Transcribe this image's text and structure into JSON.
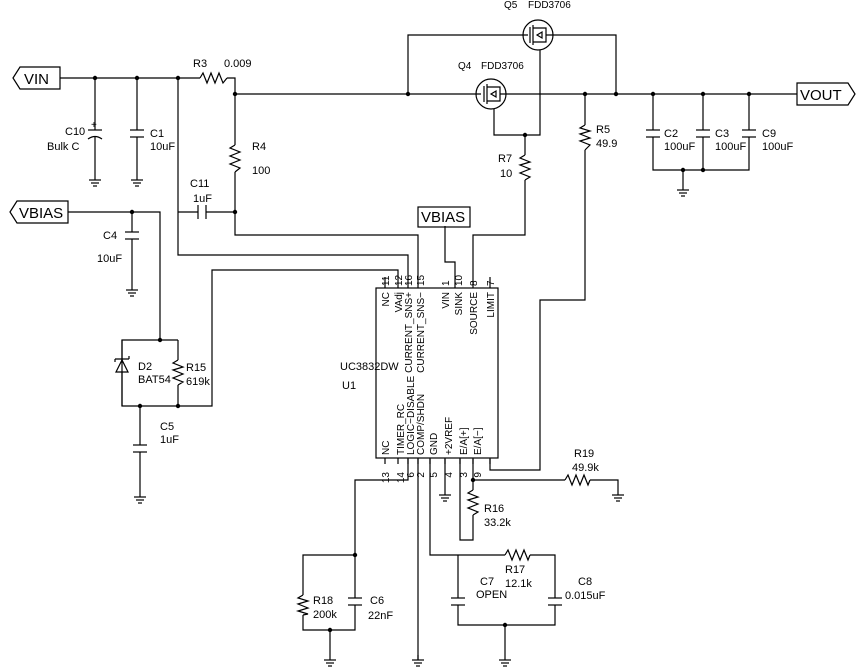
{
  "nets": {
    "vin": "VIN",
    "vbias": "VBIAS",
    "vbias_box": "VBIAS",
    "vout": "VOUT"
  },
  "parts": {
    "q5": {
      "ref": "Q5",
      "value": "FDD3706"
    },
    "q4": {
      "ref": "Q4",
      "value": "FDD3706"
    },
    "r3": {
      "ref": "R3",
      "value": "0.009"
    },
    "r4": {
      "ref": "R4",
      "value": "100"
    },
    "r5": {
      "ref": "R5",
      "value": "49.9"
    },
    "r7": {
      "ref": "R7",
      "value": "10"
    },
    "r15": {
      "ref": "R15",
      "value": "619k"
    },
    "r16": {
      "ref": "R16",
      "value": "33.2k"
    },
    "r17": {
      "ref": "R17",
      "value": "12.1k"
    },
    "r18": {
      "ref": "R18",
      "value": "200k"
    },
    "r19": {
      "ref": "R19",
      "value": "49.9k"
    },
    "c10": {
      "ref": "C10",
      "value": "Bulk C"
    },
    "c1": {
      "ref": "C1",
      "value": "10uF"
    },
    "c2": {
      "ref": "C2",
      "value": "100uF"
    },
    "c3": {
      "ref": "C3",
      "value": "100uF"
    },
    "c9": {
      "ref": "C9",
      "value": "100uF"
    },
    "c11": {
      "ref": "C11",
      "value": "1uF"
    },
    "c4": {
      "ref": "C4",
      "value": "10uF"
    },
    "c5": {
      "ref": "C5",
      "value": "1uF"
    },
    "c6": {
      "ref": "C6",
      "value": "22nF"
    },
    "c7": {
      "ref": "C7",
      "value": "OPEN"
    },
    "c8": {
      "ref": "C8",
      "value": "0.015uF"
    },
    "d2": {
      "ref": "D2",
      "value": "BAT54"
    }
  },
  "ic": {
    "part": "UC3832DW",
    "ref": "U1",
    "top_pins": [
      {
        "num": "11",
        "name": "NC"
      },
      {
        "num": "12",
        "name": "VAdj"
      },
      {
        "num": "16",
        "name": "CURRENT_SNS+"
      },
      {
        "num": "15",
        "name": "CURRENT_SNS−"
      },
      {
        "num": "1",
        "name": "VIN"
      },
      {
        "num": "10",
        "name": "SINK"
      },
      {
        "num": "8",
        "name": "SOURCE"
      },
      {
        "num": "7",
        "name": "LIMIT"
      }
    ],
    "bottom_pins": [
      {
        "num": "13",
        "name": "NC"
      },
      {
        "num": "14",
        "name": "TIMER_RC"
      },
      {
        "num": "6",
        "name": "LOGIC−DISABLE"
      },
      {
        "num": "2",
        "name": "COMP/SHDN"
      },
      {
        "num": "5",
        "name": "GND"
      },
      {
        "num": "4",
        "name": "+2VREF"
      },
      {
        "num": "3",
        "name": "E/A[+]"
      },
      {
        "num": "9",
        "name": "E/A[−]"
      }
    ]
  }
}
